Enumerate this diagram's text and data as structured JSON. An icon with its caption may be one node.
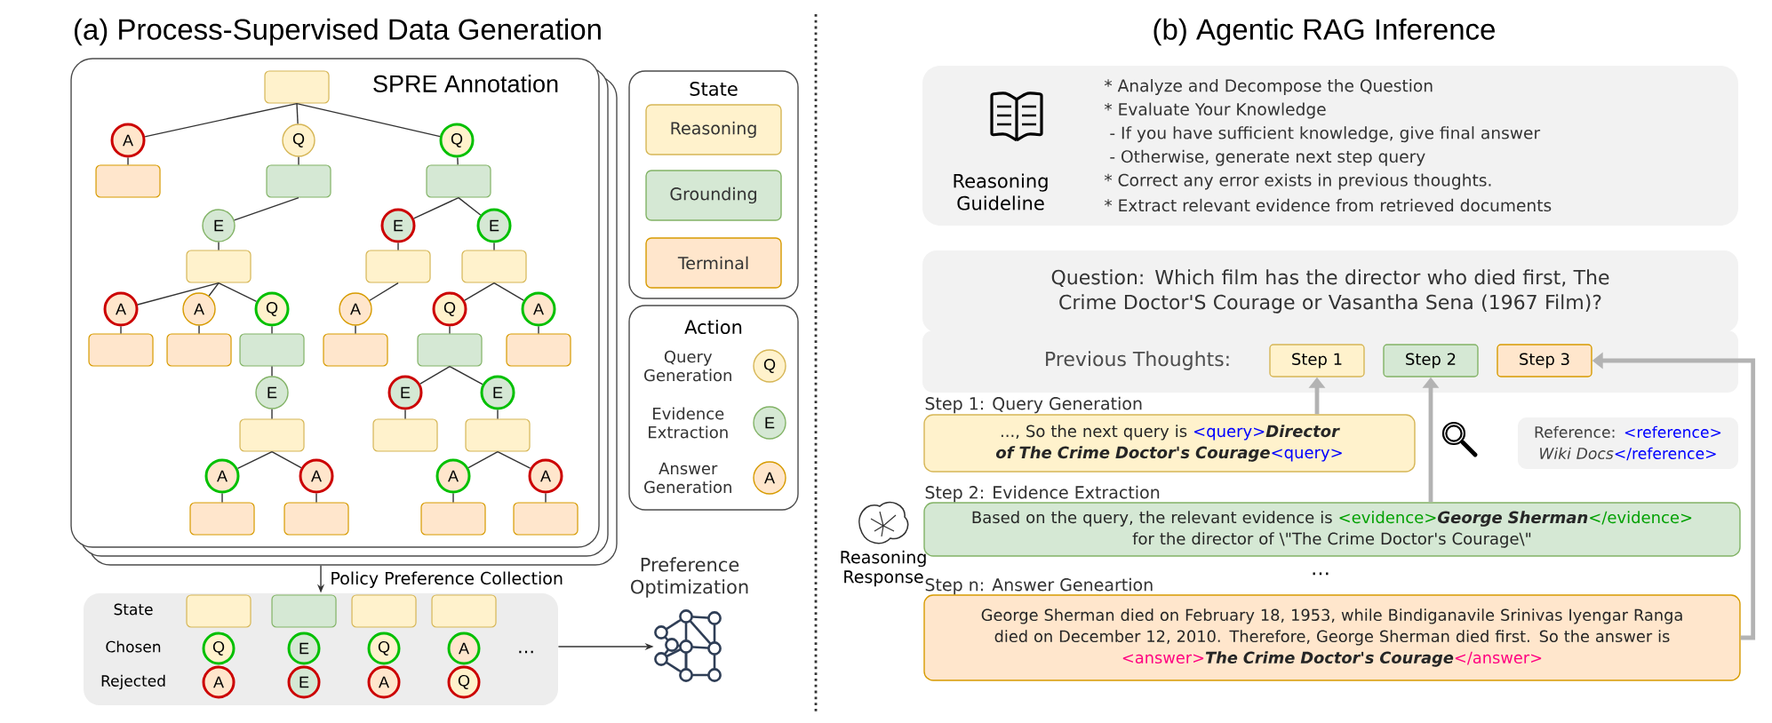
{
  "diagram": {
    "nodes": [
      {
        "text": [
          "SPRE Annotation"
        ]
      },
      {
        "text": [],
        "shape": "box",
        "in": 0
      },
      {
        "text": [
          "A"
        ],
        "in": 0
      },
      {
        "text": [
          "Q"
        ],
        "in": 0
      },
      {
        "text": [
          "Q"
        ],
        "in": 0
      },
      {
        "text": [],
        "shape": "box",
        "in": 0
      },
      {
        "text": [],
        "shape": "box",
        "in": 0
      },
      {
        "text": [],
        "shape": "box",
        "in": 0
      },
      {
        "text": [
          "E"
        ],
        "in": 0
      },
      {
        "text": [
          "E"
        ],
        "in": 0
      },
      {
        "text": [
          "E"
        ],
        "in": 0
      },
      {
        "text": [],
        "shape": "box",
        "in": 0
      },
      {
        "text": [],
        "shape": "box",
        "in": 0
      },
      {
        "text": [],
        "shape": "box",
        "in": 0
      },
      {
        "text": [
          "A"
        ],
        "in": 0
      },
      {
        "text": [
          "A"
        ],
        "in": 0
      },
      {
        "text": [
          "Q"
        ],
        "in": 0
      },
      {
        "text": [
          "A"
        ],
        "in": 0
      },
      {
        "text": [
          "Q"
        ],
        "in": 0
      },
      {
        "text": [
          "A"
        ],
        "in": 0
      },
      {
        "text": [],
        "shape": "box",
        "in": 0
      },
      {
        "text": [],
        "shape": "box",
        "in": 0
      },
      {
        "text": [],
        "shape": "box",
        "in": 0
      },
      {
        "text": [],
        "shape": "box",
        "in": 0
      },
      {
        "text": [],
        "shape": "box",
        "in": 0
      },
      {
        "text": [],
        "shape": "box",
        "in": 0
      },
      {
        "text": [
          "E"
        ],
        "in": 0
      },
      {
        "text": [
          "E"
        ],
        "in": 0
      },
      {
        "text": [
          "E"
        ],
        "in": 0
      },
      {
        "text": [],
        "shape": "box",
        "in": 0
      },
      {
        "text": [],
        "shape": "box",
        "in": 0
      },
      {
        "text": [],
        "shape": "box",
        "in": 0
      },
      {
        "text": [
          "A"
        ],
        "in": 0
      },
      {
        "text": [
          "A"
        ],
        "in": 0
      },
      {
        "text": [
          "A"
        ],
        "in": 0
      },
      {
        "text": [
          "A"
        ],
        "in": 0
      },
      {
        "text": [],
        "shape": "box",
        "in": 0
      },
      {
        "text": [],
        "shape": "box",
        "in": 0
      },
      {
        "text": [],
        "shape": "box",
        "in": 0
      },
      {
        "text": [],
        "shape": "box",
        "in": 0
      },
      {
        "text": [
          "State"
        ]
      },
      {
        "text": [
          "Reasoning"
        ],
        "in": 40
      },
      {
        "text": [
          "Grounding"
        ],
        "in": 40
      },
      {
        "text": [
          "Terminal"
        ],
        "in": 40
      },
      {
        "text": [
          "Action"
        ]
      },
      {
        "text": [
          "Q"
        ],
        "beside": [
          "Query Generation"
        ],
        "in": 44
      },
      {
        "text": [
          "E"
        ],
        "beside": [
          "Evidence Extraction"
        ],
        "in": 44
      },
      {
        "text": [
          "A"
        ],
        "beside": [
          "Answer Generation"
        ],
        "in": 44
      },
      {
        "text": [
          "State",
          "Chosen",
          "Rejected",
          "…"
        ]
      },
      {
        "text": [],
        "shape": "box",
        "in": 48
      },
      {
        "text": [],
        "shape": "box",
        "in": 48
      },
      {
        "text": [],
        "shape": "box",
        "in": 48
      },
      {
        "text": [],
        "shape": "box",
        "in": 48
      },
      {
        "text": [
          "Q"
        ],
        "in": 48
      },
      {
        "text": [
          "E"
        ],
        "in": 48
      },
      {
        "text": [
          "Q"
        ],
        "in": 48
      },
      {
        "text": [
          "A"
        ],
        "in": 48
      },
      {
        "text": [
          "A"
        ],
        "in": 48
      },
      {
        "text": [
          "E"
        ],
        "in": 48
      },
      {
        "text": [
          "A"
        ],
        "in": 48
      },
      {
        "text": [
          "Q"
        ],
        "in": 48
      },
      {
        "text": [
          "Preference Optimization"
        ]
      },
      {
        "text": [
          "Reasoning Guideline",
          "* Analyze and Decompose the Question",
          "* Evaluate Your Knowledge",
          "- If you have sufficient knowledge, give final answer",
          "- Otherwise, generate next step query",
          "* Correct any error exists in previous thoughts.",
          "* Extract relevant evidence from retrieved documents"
        ]
      },
      {
        "text": [
          "Question: Which film has the director who died first, The Crime Doctor'S Courage or Vasantha Sena (1967 Film)?"
        ]
      },
      {
        "text": [
          "Previous Thoughts:"
        ]
      },
      {
        "text": [
          "Step 1"
        ],
        "in": 64
      },
      {
        "text": [
          "Step 2"
        ],
        "in": 64
      },
      {
        "text": [
          "Step 3"
        ],
        "in": 64
      },
      {
        "text": [
          "..., So the next query is",
          "<query>",
          "Director of The Crime Doctor's Courage",
          "<query>"
        ],
        "beside": [
          "Step 1: Query Generation"
        ]
      },
      {
        "text": [
          "Reference:",
          "<reference>",
          "Wiki Docs",
          "</reference>"
        ]
      },
      {
        "text": [
          "Based on the query, the relevant evidence is",
          "<evidence>",
          "George Sherman",
          "</evidence>",
          "for the director of \\\"The Crime Doctor's Courage\\\""
        ],
        "beside": [
          "Step 2: Evidence Extraction"
        ]
      },
      {
        "text": [
          "George Sherman died on February 18, 1953, while Bindiganavile Srinivas Iyengar Ranga died on December 12, 2010. Therefore, George Sherman died first. So the answer is",
          "<answer>",
          "The Crime Doctor's Courage",
          "</answer>"
        ],
        "beside": [
          "Step n: Answer Geneartion"
        ]
      }
    ],
    "edges": [
      {
        "from": 1,
        "to": 2,
        "arrow": "none"
      },
      {
        "from": 1,
        "to": 3,
        "arrow": "none"
      },
      {
        "from": 1,
        "to": 4,
        "arrow": "none"
      },
      {
        "from": 2,
        "to": 5,
        "arrow": "none"
      },
      {
        "from": 3,
        "to": 6,
        "arrow": "none"
      },
      {
        "from": 4,
        "to": 7,
        "arrow": "none"
      },
      {
        "from": 6,
        "to": 8,
        "arrow": "none"
      },
      {
        "from": 7,
        "to": 9,
        "arrow": "none"
      },
      {
        "from": 7,
        "to": 10,
        "arrow": "none"
      },
      {
        "from": 8,
        "to": 11,
        "arrow": "none"
      },
      {
        "from": 9,
        "to": 12,
        "arrow": "none"
      },
      {
        "from": 10,
        "to": 13,
        "arrow": "none"
      },
      {
        "from": 11,
        "to": 14,
        "arrow": "none"
      },
      {
        "from": 11,
        "to": 15,
        "arrow": "none"
      },
      {
        "from": 11,
        "to": 16,
        "arrow": "none"
      },
      {
        "from": 12,
        "to": 17,
        "arrow": "none"
      },
      {
        "from": 13,
        "to": 18,
        "arrow": "none"
      },
      {
        "from": 13,
        "to": 19,
        "arrow": "none"
      },
      {
        "from": 14,
        "to": 20,
        "arrow": "none"
      },
      {
        "from": 15,
        "to": 21,
        "arrow": "none"
      },
      {
        "from": 16,
        "to": 22,
        "arrow": "none"
      },
      {
        "from": 17,
        "to": 23,
        "arrow": "none"
      },
      {
        "from": 18,
        "to": 24,
        "arrow": "none"
      },
      {
        "from": 19,
        "to": 25,
        "arrow": "none"
      },
      {
        "from": 22,
        "to": 26,
        "arrow": "none"
      },
      {
        "from": 24,
        "to": 27,
        "arrow": "none"
      },
      {
        "from": 24,
        "to": 28,
        "arrow": "none"
      },
      {
        "from": 26,
        "to": 29,
        "arrow": "none"
      },
      {
        "from": 27,
        "to": 30,
        "arrow": "none"
      },
      {
        "from": 28,
        "to": 31,
        "arrow": "none"
      },
      {
        "from": 29,
        "to": 32,
        "arrow": "none"
      },
      {
        "from": 29,
        "to": 33,
        "arrow": "none"
      },
      {
        "from": 31,
        "to": 34,
        "arrow": "none"
      },
      {
        "from": 31,
        "to": 35,
        "arrow": "none"
      },
      {
        "from": 32,
        "to": 36,
        "arrow": "none"
      },
      {
        "from": 33,
        "to": 37,
        "arrow": "none"
      },
      {
        "from": 34,
        "to": 38,
        "arrow": "none"
      },
      {
        "from": 35,
        "to": 39,
        "arrow": "none"
      },
      {
        "from": 0,
        "to": 48,
        "arrow": "to",
        "label": "Policy Preference Collection"
      },
      {
        "from": 48,
        "to": 61,
        "arrow": "to"
      },
      {
        "from": 68,
        "to": 65,
        "arrow": "to",
        "style": "thick",
        "color": "#b3b3b3"
      },
      {
        "from": 70,
        "to": 66,
        "arrow": "to",
        "style": "thick",
        "color": "#b3b3b3"
      },
      {
        "from": 71,
        "to": 67,
        "arrow": "to",
        "style": "thick",
        "color": "#b3b3b3"
      }
    ],
    "labels": [
      "(a) Process-Supervised Data Generation",
      "(b) Agentic RAG Inference",
      "…",
      "Reasoning Response"
    ]
  }
}
